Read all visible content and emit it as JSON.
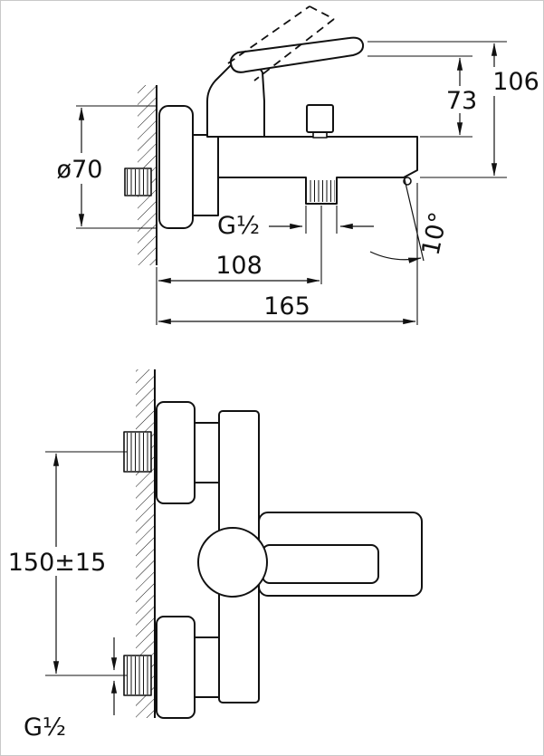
{
  "drawing": {
    "colors": {
      "line": "#111111",
      "background": "#ffffff"
    },
    "side_view": {
      "escutcheon_diameter": "ø70",
      "overall_height": "106",
      "spout_height": "73",
      "outlet_thread": "G½",
      "outlet_center_depth": "108",
      "overall_depth": "165",
      "spout_angle": "10°"
    },
    "front_view": {
      "connection_spacing": "150±15",
      "inlet_thread": "G½"
    }
  }
}
